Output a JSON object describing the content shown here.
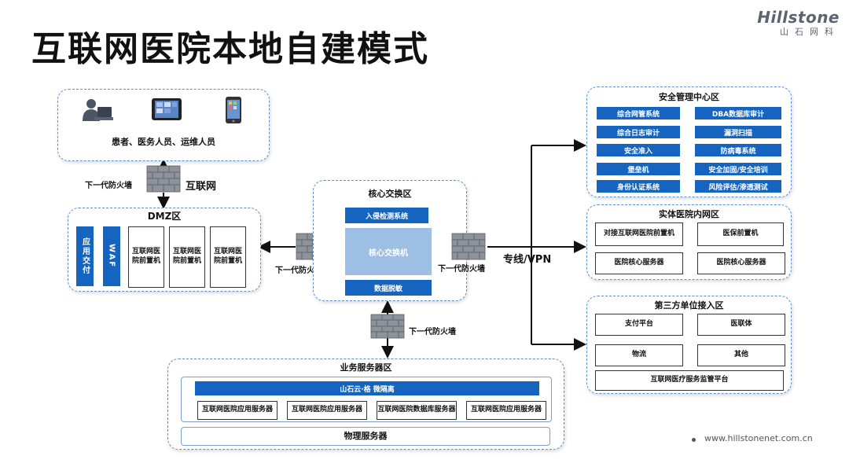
{
  "title": "互联网医院本地自建模式",
  "logo": {
    "brand": "Hillstone",
    "cn": "山石网科"
  },
  "users_zone": {
    "label": "患者、医务人员、运维人员",
    "icons": [
      "user-at-laptop-icon",
      "tablet-icon",
      "smartphone-icon"
    ]
  },
  "top_firewall": {
    "label": "下一代防火墙",
    "internet_label": "互联网"
  },
  "dmz": {
    "title": "DMZ区",
    "items": [
      "应用交付",
      "WAF",
      "互联网医院前置机",
      "互联网医院前置机",
      "互联网医院前置机"
    ]
  },
  "core": {
    "title": "核心交换区",
    "ids": "入侵检测系统",
    "switch": "核心交换机",
    "desens": "数据脱敏"
  },
  "left_firewall": "下一代防火墙",
  "right_firewall": "下一代防火墙",
  "vpn_label": "专线/VPN",
  "bottom_firewall": "下一代防火墙",
  "security_zone": {
    "title": "安全管理中心区",
    "items": [
      "综合网管系统",
      "DBA数据库审计",
      "综合日志审计",
      "漏洞扫描",
      "安全准入",
      "防病毒系统",
      "堡垒机",
      "安全加固/安全培训",
      "身份认证系统",
      "风险评估/渗透测试"
    ]
  },
  "hospital_zone": {
    "title": "实体医院内网区",
    "items": [
      "对接互联网医院前置机",
      "医保前置机",
      "医院核心服务器",
      "医院核心服务器"
    ]
  },
  "third_zone": {
    "title": "第三方单位接入区",
    "items": [
      "支付平台",
      "医联体",
      "物流",
      "其他"
    ],
    "platform": "互联网医疗服务监管平台"
  },
  "biz_zone": {
    "title": "业务服务器区",
    "cloud": "山石云·格 微隔离",
    "servers": [
      "互联网医院应用服务器",
      "互联网医院应用服务器",
      "互联网医院数据库服务器",
      "互联网医院应用服务器"
    ],
    "physical": "物理服务器"
  },
  "footer_url": "www.hillstonenet.com.cn"
}
